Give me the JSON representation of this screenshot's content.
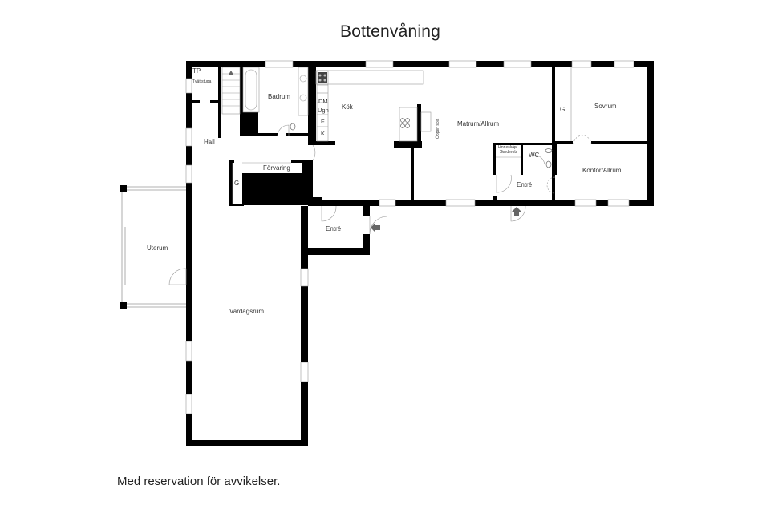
{
  "header": {
    "title": "Bottenvåning"
  },
  "footer": {
    "disclaimer": "Med reservation för avvikelser."
  },
  "rooms": {
    "tp": "TP",
    "tvattstuga": "Tvättstuga",
    "badrum": "Badrum",
    "kok": "Kök",
    "matrum": "Matrum/Allrum",
    "oppen_spis": "Öppen spis",
    "sovrum": "Sovrum",
    "garderob_sovrum": "G",
    "hall": "Hall",
    "forvaring": "Förvaring",
    "garderob_hall": "G",
    "entre_main": "Entré",
    "entre_east": "Entré",
    "linneskap": "Linneskåp/",
    "garderob_label": "Garderob",
    "wc": "WC",
    "kontor": "Kontor/Allrum",
    "uterum": "Uterum",
    "vardagsrum": "Vardagsrum"
  },
  "kitchen_units": {
    "dm": "DM",
    "ugn": "Ugn",
    "f": "F",
    "k": "K"
  },
  "colors": {
    "wall": "#000000",
    "line": "#999999",
    "text": "#333333",
    "arrow": "#666666"
  }
}
